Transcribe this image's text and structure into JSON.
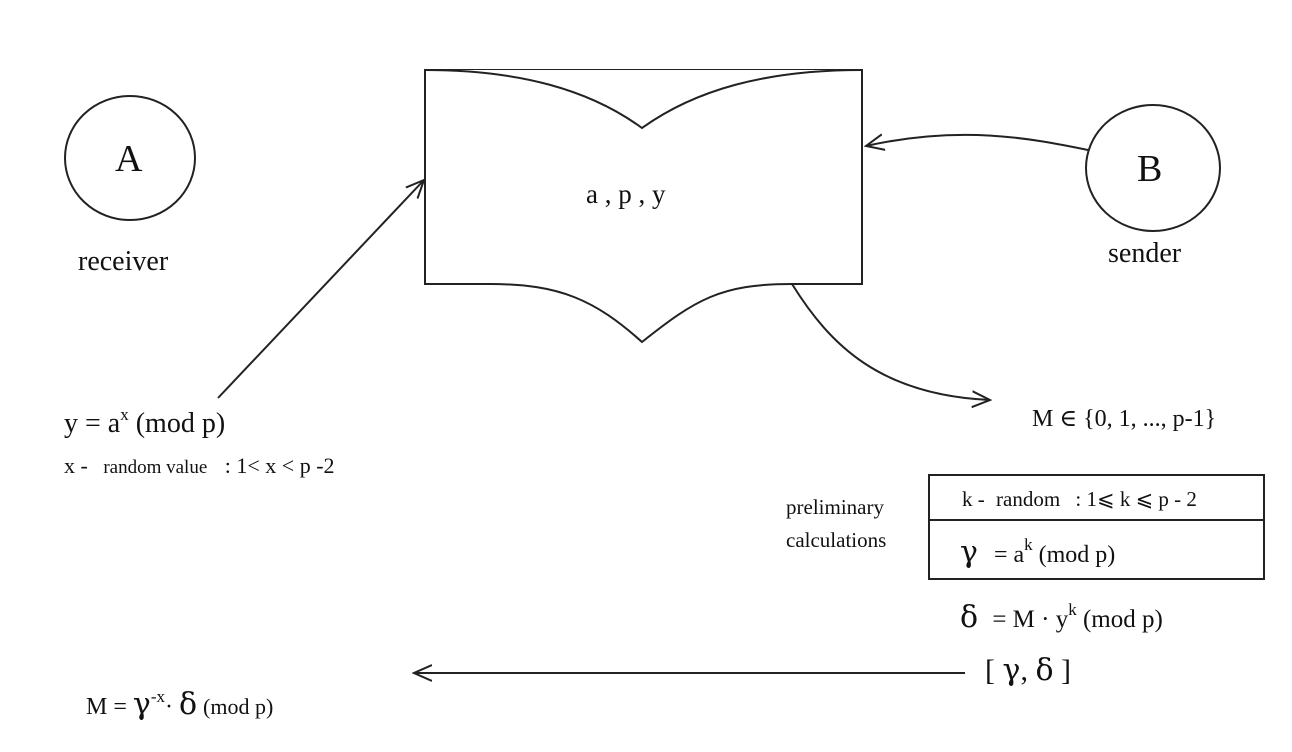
{
  "nodes": {
    "receiver": {
      "symbol": "A",
      "label": "receiver"
    },
    "sender": {
      "symbol": "B",
      "label": "sender"
    },
    "public_key_doc": {
      "text": "a , p , y"
    }
  },
  "receiver_key": {
    "y_lhs": "y = a",
    "y_exp": "x",
    "y_rhs": "(mod p)",
    "x_var": "x -",
    "x_desc": "random value",
    "x_range": ": 1< x < p -2"
  },
  "message_space": "M ∈ {0, 1, ..., p-1}",
  "preliminary": {
    "label_line1": "preliminary",
    "label_line2": "calculations",
    "k_var": "k -",
    "k_desc": "random",
    "k_range": ": 1⩽ k ⩽ p - 2",
    "gamma_sym": "γ",
    "gamma_eq": "= a",
    "gamma_exp": "k",
    "gamma_mod": "(mod p)"
  },
  "delta": {
    "sym": "δ",
    "eq": "= M · y",
    "exp": "k",
    "mod": "(mod p)"
  },
  "ciphertext": {
    "open": "[",
    "gamma": "γ",
    "sep": ",",
    "delta": "δ",
    "close": "]"
  },
  "decryption": {
    "lhs": "M =",
    "gamma": "γ",
    "exp": "-x",
    "dot": "·",
    "delta": "δ",
    "mod": "(mod p)"
  }
}
